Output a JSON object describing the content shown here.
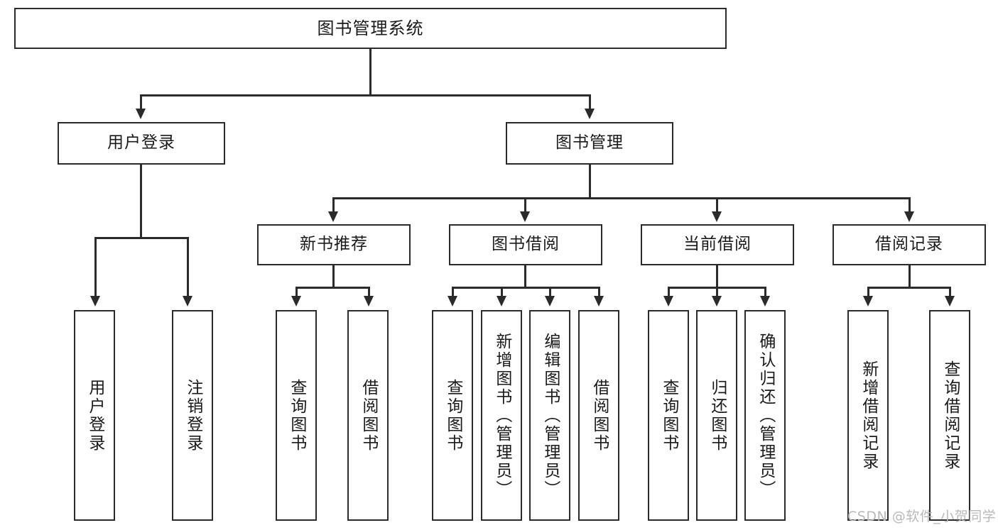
{
  "diagram": {
    "title": "图书管理系统",
    "type": "tree-hierarchy-diagram",
    "root": {
      "label": "图书管理系统"
    },
    "level2": [
      {
        "label": "用户登录"
      },
      {
        "label": "图书管理"
      }
    ],
    "level3": [
      {
        "label": "新书推荐"
      },
      {
        "label": "图书借阅"
      },
      {
        "label": "当前借阅"
      },
      {
        "label": "借阅记录"
      }
    ],
    "leaves": {
      "user_login": [
        {
          "label": "用户登录"
        },
        {
          "label": "注销登录"
        }
      ],
      "new_book_recommend": [
        {
          "label": "查询图书"
        },
        {
          "label": "借阅图书"
        }
      ],
      "book_borrow": [
        {
          "label": "查询图书"
        },
        {
          "label": "新增图书（管理员）"
        },
        {
          "label": "编辑图书（管理员）"
        },
        {
          "label": "借阅图书"
        }
      ],
      "current_borrow": [
        {
          "label": "查询图书"
        },
        {
          "label": "归还图书"
        },
        {
          "label": "确认归还（管理员）"
        }
      ],
      "borrow_record": [
        {
          "label": "新增借阅记录"
        },
        {
          "label": "查询借阅记录"
        }
      ]
    }
  },
  "watermark": {
    "text": "CSDN @软件_小贺同学"
  },
  "colors": {
    "stroke": "#2b2b2b",
    "text": "#1a1a1a",
    "background": "#ffffff",
    "watermark": "#b9b9b9"
  }
}
